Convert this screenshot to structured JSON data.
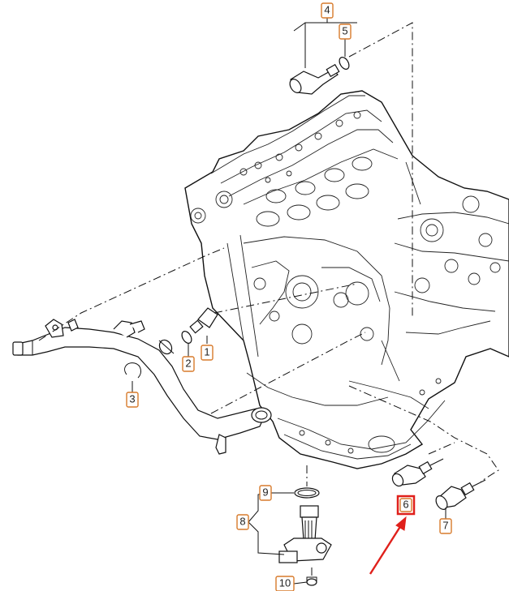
{
  "callouts": {
    "c1": "1",
    "c2": "2",
    "c3": "3",
    "c4": "4",
    "c5": "5",
    "c6": "6",
    "c7": "7",
    "c8": "8",
    "c9": "9",
    "c10": "10"
  },
  "highlight": {
    "target": "6",
    "box_color": "#e0201b",
    "arrow_color": "#e0201b"
  },
  "colors": {
    "callout_border": "#d77a2b",
    "line": "#111111"
  }
}
